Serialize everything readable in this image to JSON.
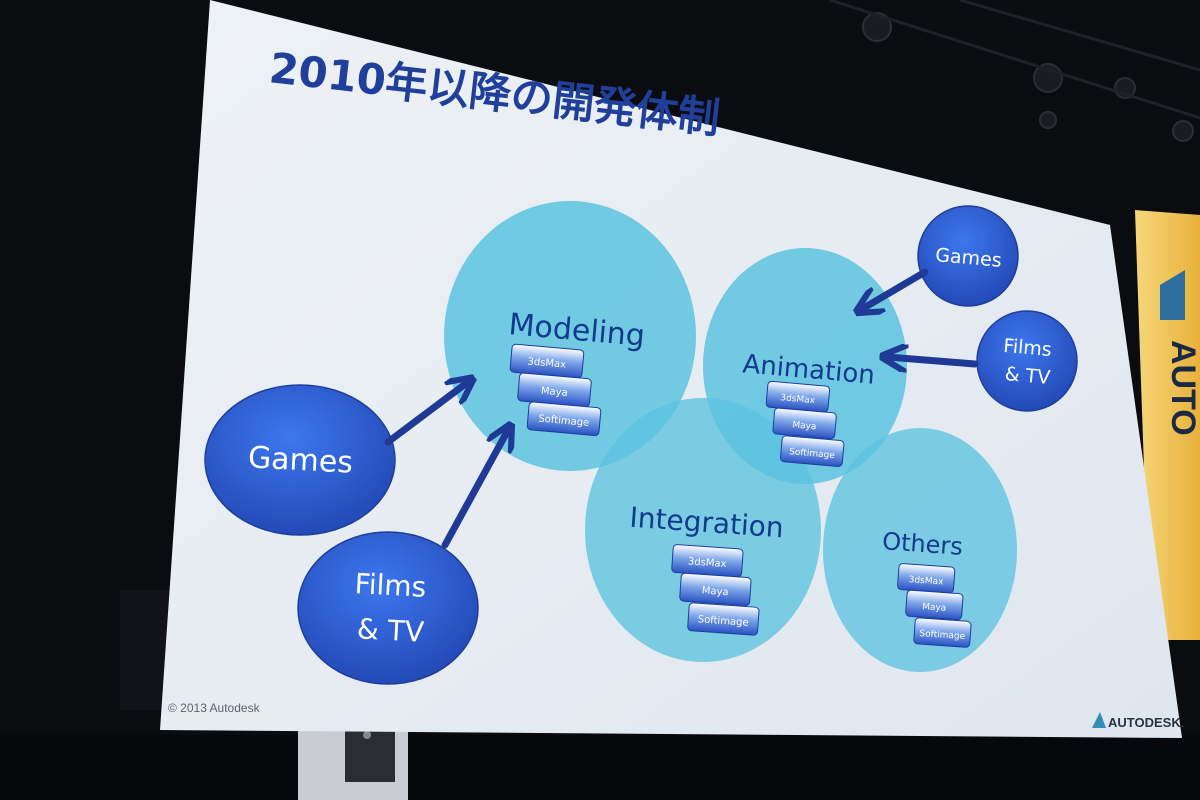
{
  "slide": {
    "title": "2010年以降の開発体制",
    "copyright": "© 2013 Autodesk",
    "logo_text": "AUTODESK.",
    "banner_text": "AUTO"
  },
  "sources_left": [
    {
      "id": "games",
      "label": "Games"
    },
    {
      "id": "films-tv",
      "lines": [
        "Films",
        "& TV"
      ]
    }
  ],
  "sources_right": [
    {
      "id": "games",
      "label": "Games"
    },
    {
      "id": "films-tv",
      "lines": [
        "Films",
        "& TV"
      ]
    }
  ],
  "teams": [
    {
      "id": "modeling",
      "label": "Modeling",
      "products": [
        "3dsMax",
        "Maya",
        "Softimage"
      ]
    },
    {
      "id": "animation",
      "label": "Animation",
      "products": [
        "3dsMax",
        "Maya",
        "Softimage"
      ]
    },
    {
      "id": "integration",
      "label": "Integration",
      "products": [
        "3dsMax",
        "Maya",
        "Softimage"
      ]
    },
    {
      "id": "others",
      "label": "Others",
      "products": [
        "3dsMax",
        "Maya",
        "Softimage"
      ]
    }
  ],
  "colors": {
    "slide_bg": "#e9eef3",
    "title": "#1f3f9a",
    "team_circle": "#5cc3df",
    "source_circle": "#2f5fd6",
    "arrow": "#1f3a95",
    "room": "#0b0c10",
    "banner": "#f2c94c"
  }
}
